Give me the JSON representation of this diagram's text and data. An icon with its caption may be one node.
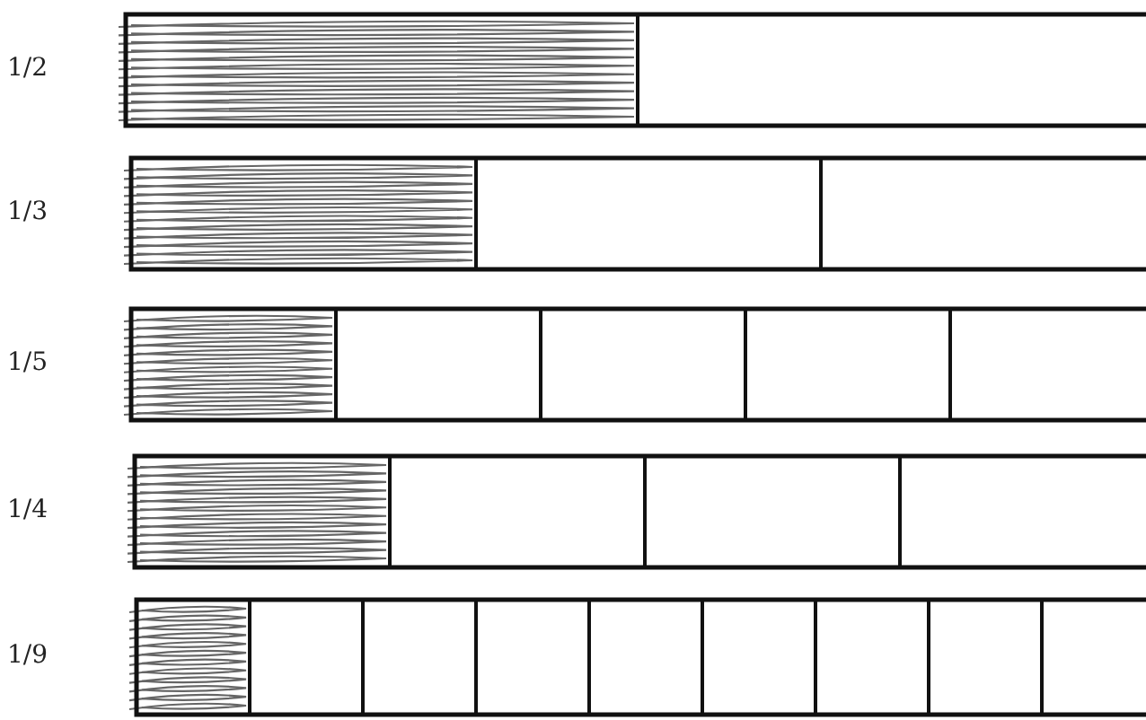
{
  "diagram": {
    "labels": [
      "1/2",
      "1/3",
      "1/5",
      "1/4",
      "1/9"
    ]
  }
}
